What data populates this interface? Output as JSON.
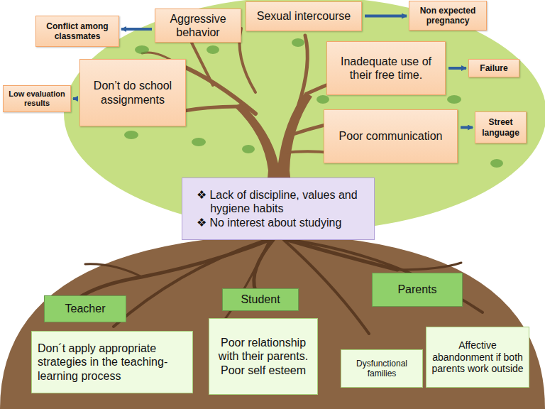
{
  "diagram": {
    "nodes": [
      {
        "text": [
          "Aggressive behavior"
        ]
      },
      {
        "text": [
          "Sexual intercourse"
        ]
      },
      {
        "text": [
          "Non expected pregnancy"
        ]
      },
      {
        "text": [
          "Conflict among classmates"
        ]
      },
      {
        "text": [
          "Don’t do school assignments"
        ]
      },
      {
        "text": [
          "Inadequate use of their free time."
        ]
      },
      {
        "text": [
          "Failure"
        ]
      },
      {
        "text": [
          "Low evaluation results"
        ]
      },
      {
        "text": [
          "Poor communication"
        ]
      },
      {
        "text": [
          "Street language"
        ]
      },
      {
        "text": [
          "❖ Lack of discipline, values and hygiene habits",
          "❖ No interest about studying"
        ]
      },
      {
        "text": [
          "Teacher"
        ]
      },
      {
        "text": [
          "Student"
        ]
      },
      {
        "text": [
          "Parents"
        ]
      },
      {
        "text": [
          "Don´t apply appropriate strategies in the teaching-learning process"
        ]
      },
      {
        "text": [
          "Poor relationship with their parents.",
          "Poor self esteem"
        ]
      },
      {
        "text": [
          "Dysfunctional families"
        ]
      },
      {
        "text": [
          "Affective abandonment if both parents work outside"
        ]
      }
    ],
    "edges": [
      {
        "from": 0,
        "to": 3,
        "arrow": "to"
      },
      {
        "from": 1,
        "to": 2,
        "arrow": "to"
      },
      {
        "from": 4,
        "to": 7,
        "arrow": "to"
      },
      {
        "from": 5,
        "to": 6,
        "arrow": "to"
      },
      {
        "from": 8,
        "to": 9,
        "arrow": "to"
      }
    ]
  }
}
